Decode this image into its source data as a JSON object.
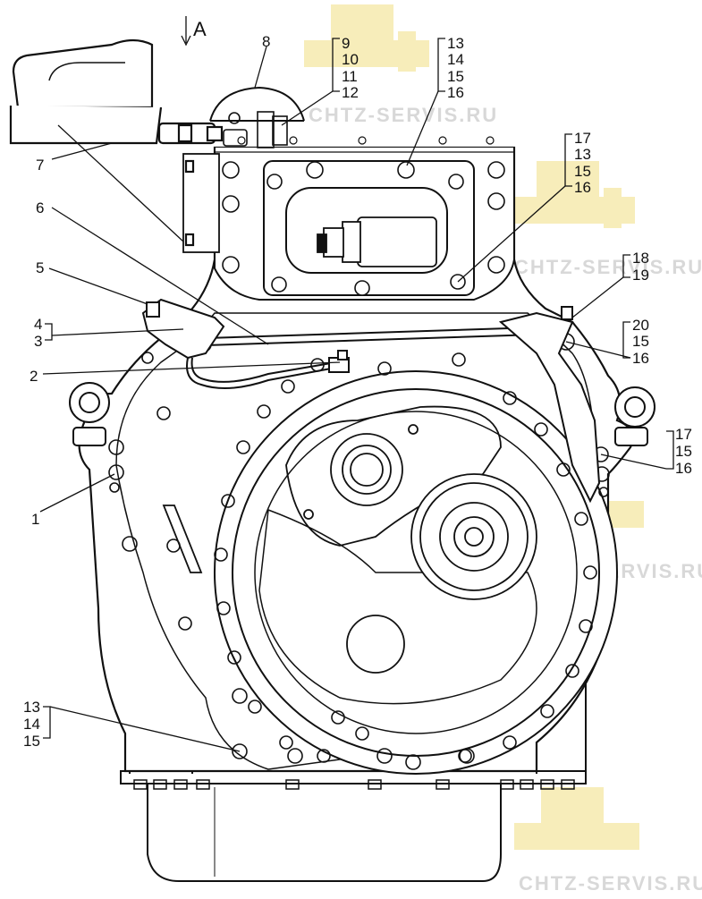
{
  "view_label": "A",
  "watermark": "CHTZ-SERVIS.RU",
  "callouts": {
    "c1": "1",
    "c2": "2",
    "c3": "3",
    "c4": "4",
    "c5": "5",
    "c6": "6",
    "c7": "7",
    "c8": "8",
    "g_top_left": [
      "9",
      "10",
      "11",
      "12"
    ],
    "g_top_mid": [
      "13",
      "14",
      "15",
      "16"
    ],
    "g_right_upper": [
      "17",
      "13",
      "15",
      "16"
    ],
    "g_right_18_19": [
      "18",
      "19"
    ],
    "g_right_mid": [
      "20",
      "15",
      "16"
    ],
    "g_right_lower": [
      "17",
      "15",
      "16"
    ],
    "g_bottom_left": [
      "13",
      "14",
      "15"
    ]
  }
}
